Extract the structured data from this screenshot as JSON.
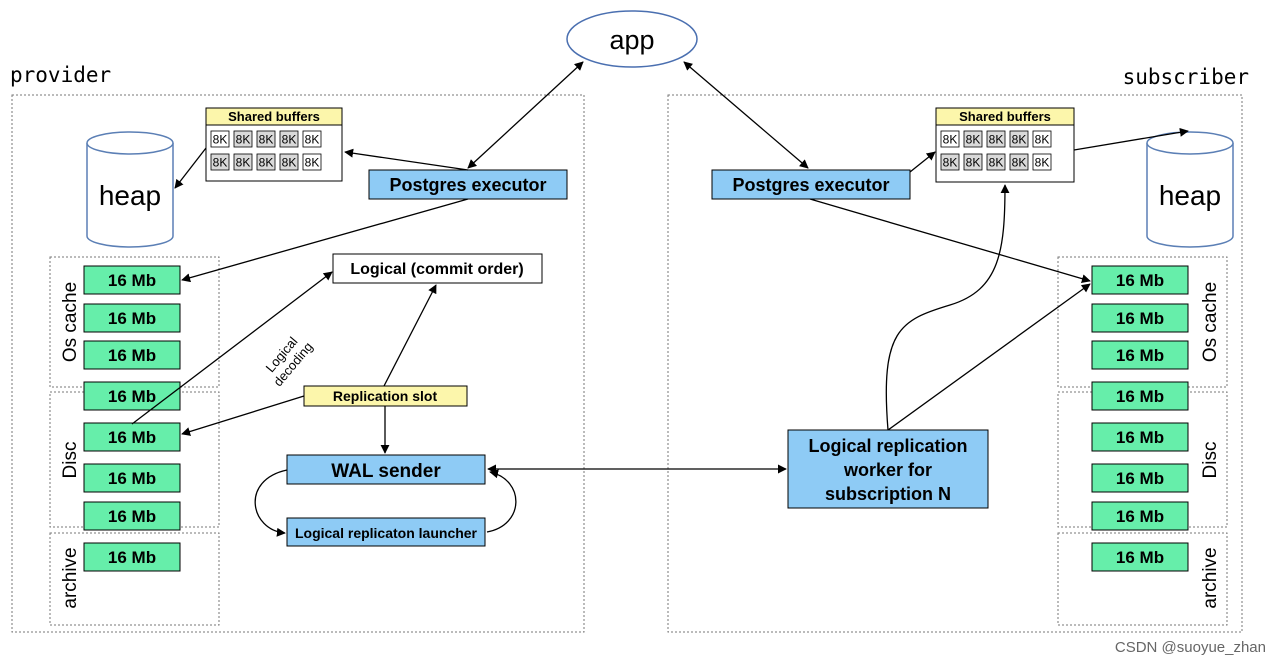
{
  "app": "app",
  "provider_title": "provider",
  "subscriber_title": "subscriber",
  "shared_buffers": "Shared buffers",
  "buffer_cell": "8K",
  "heap": "heap",
  "postgres_executor": "Postgres executor",
  "logical_commit_order": "Logical (commit order)",
  "logical_decoding_line1": "Logical",
  "logical_decoding_line2": "decoding",
  "replication_slot": "Replication slot",
  "wal_sender": "WAL sender",
  "launcher": "Logical replicaton launcher",
  "worker_line1": "Logical replication",
  "worker_line2": "worker for",
  "worker_line3": "subscription N",
  "os_cache": "Os cache",
  "disc": "Disc",
  "archive": "archive",
  "segment": "16 Mb",
  "watermark": "CSDN @suoyue_zhan",
  "colors": {
    "segment_fill": "#66eeaa",
    "process_fill": "#8ecbf5",
    "buffer_header": "#fcf6ab",
    "slot_fill": "#fcf6ab",
    "heap_stroke": "#5b7fb5",
    "app_stroke": "#4a6fb0"
  }
}
